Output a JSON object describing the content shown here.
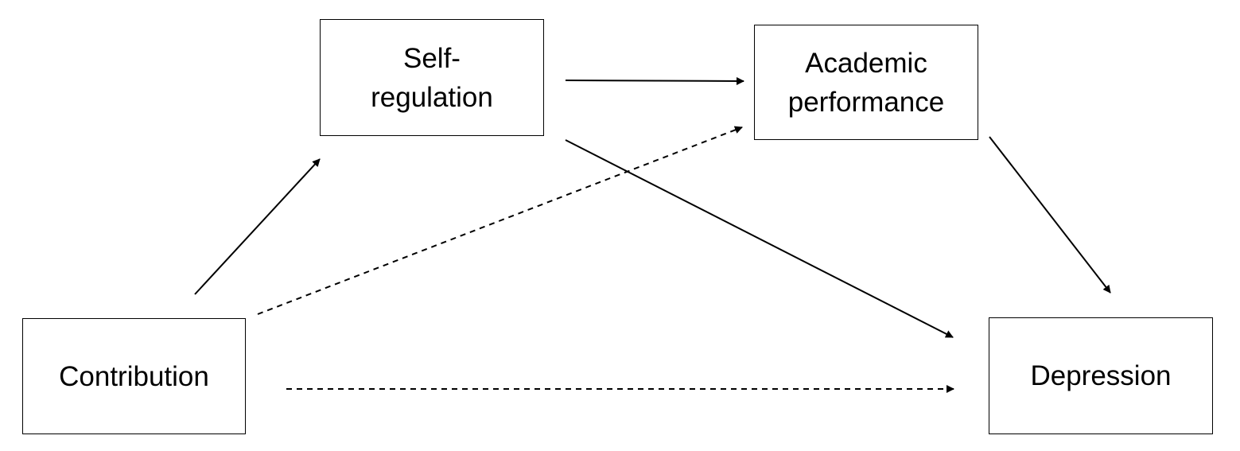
{
  "nodes": {
    "self_regulation": {
      "label": "Self-\nregulation"
    },
    "academic_performance": {
      "label": "Academic\nperformance"
    },
    "contribution": {
      "label": "Contribution"
    },
    "depression": {
      "label": "Depression"
    }
  },
  "edges": [
    {
      "from": "Contribution",
      "to": "Self-regulation",
      "style": "solid"
    },
    {
      "from": "Contribution",
      "to": "Academic performance",
      "style": "dashed"
    },
    {
      "from": "Contribution",
      "to": "Depression",
      "style": "dashed"
    },
    {
      "from": "Self-regulation",
      "to": "Academic performance",
      "style": "solid"
    },
    {
      "from": "Self-regulation",
      "to": "Depression",
      "style": "solid"
    },
    {
      "from": "Academic performance",
      "to": "Depression",
      "style": "solid"
    }
  ]
}
